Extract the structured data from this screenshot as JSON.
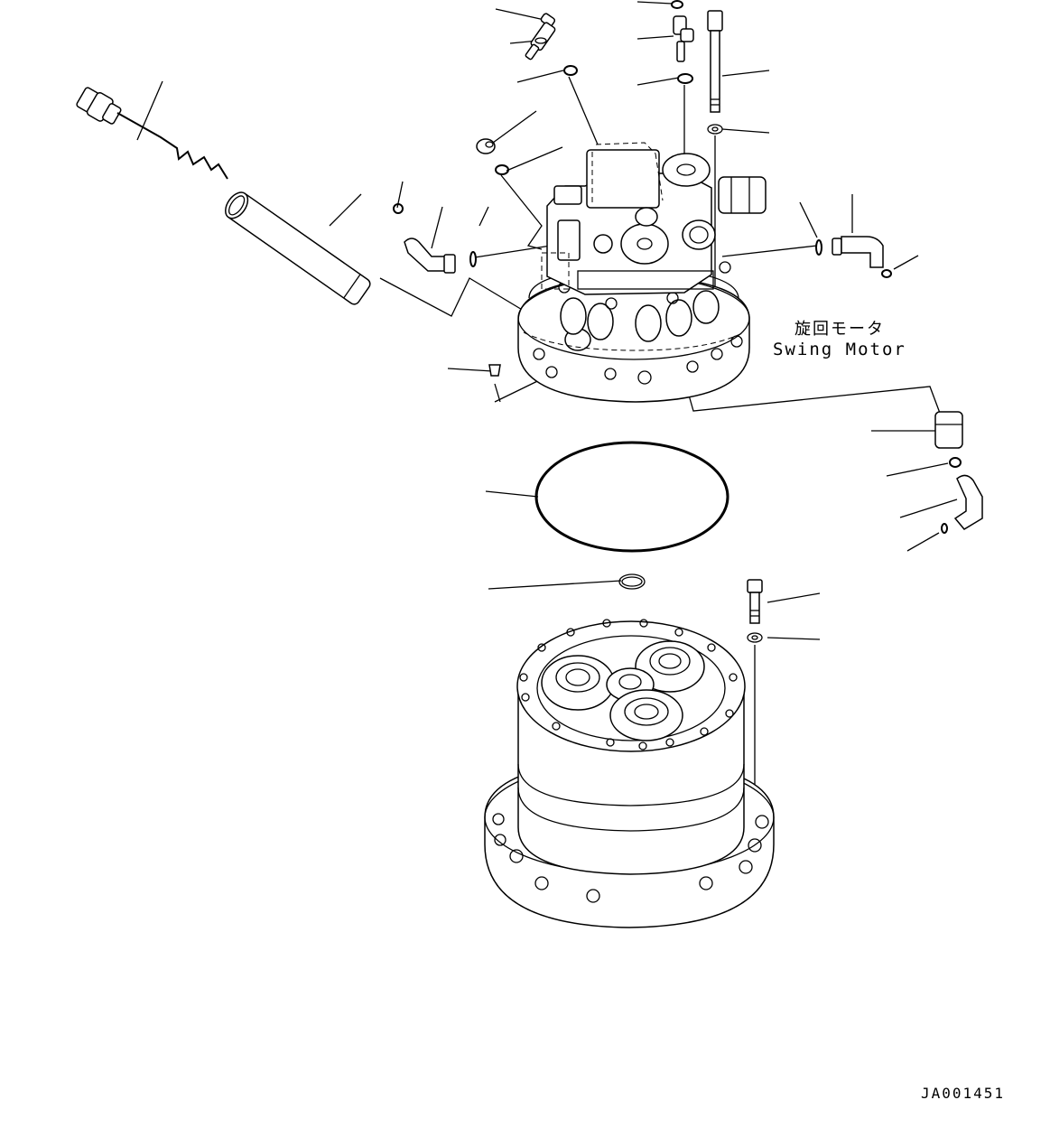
{
  "diagram": {
    "label_japanese": "旋回モータ",
    "label_english": "Swing Motor",
    "drawing_number": "JA001451"
  }
}
